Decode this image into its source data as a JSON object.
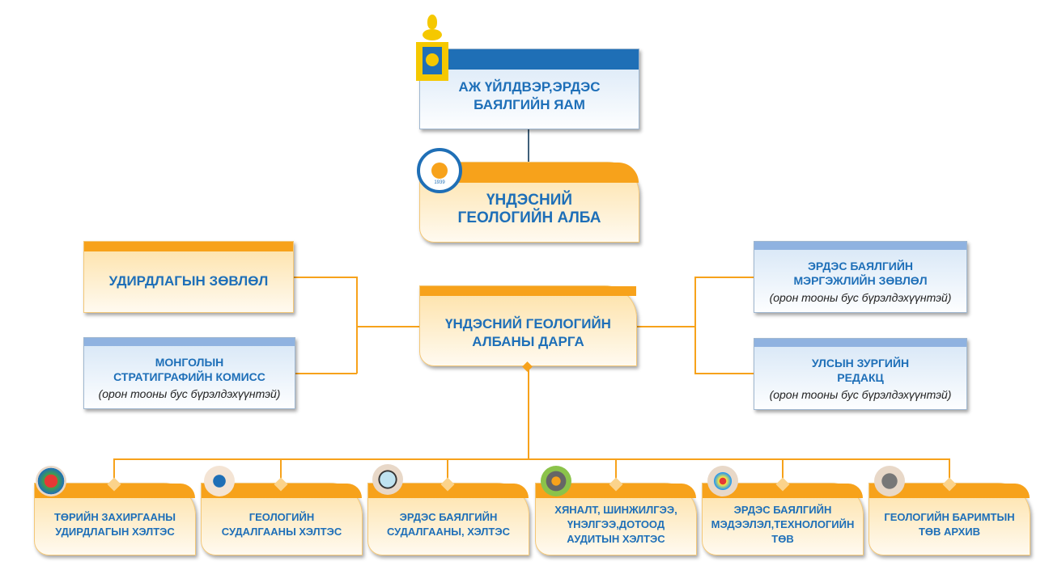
{
  "ministry": {
    "title": "АЖ ҮЙЛДВЭР,ЭРДЭС БАЯЛГИЙН ЯАМ",
    "emblem": "soyombo-emblem"
  },
  "agency": {
    "title": "ҮНДЭСНИЙ ГЕОЛОГИЙН АЛБА",
    "logo": "geological-survey-logo",
    "logo_year": "1939"
  },
  "director": {
    "title": "ҮНДЭСНИЙ ГЕОЛОГИЙН АЛБАНЫ ДАРГА"
  },
  "left": [
    {
      "title": "УДИРДЛАГЫН ЗӨВЛӨЛ",
      "note": ""
    },
    {
      "title": "МОНГОЛЫН СТРАТИГРАФИЙН КОМИСС",
      "note": "(орон тооны бус бүрэлдэхүүнтэй)"
    }
  ],
  "right": [
    {
      "title": "ЭРДЭС БАЯЛГИЙН МЭРГЭЖЛИЙН ЗӨВЛӨЛ",
      "note": "(орон тооны бус бүрэлдэхүүнтэй)"
    },
    {
      "title": "УЛСЫН ЗУРГИЙН РЕДАКЦ",
      "note": "(орон тооны бус бүрэлдэхүүнтэй)"
    }
  ],
  "departments": [
    {
      "title": "ТӨРИЙН ЗАХИРГААНЫ УДИРДЛАГЫН ХЭЛТЭС",
      "icon": "puzzle-people-icon"
    },
    {
      "title": "ГЕОЛОГИЙН СУДАЛГААНЫ ХЭЛТЭС",
      "icon": "pickaxe-icon"
    },
    {
      "title": "ЭРДЭС БАЯЛГИЙН СУДАЛГААНЫ,  ХЭЛТЭС",
      "icon": "magnifier-icon"
    },
    {
      "title": "ХЯНАЛТ, ШИНЖИЛГЭЭ, ҮНЭЛГЭЭ,ДОТООД АУДИТЫН ХЭЛТЭС",
      "icon": "gears-icon"
    },
    {
      "title": "ЭРДЭС БАЯЛГИЙН МЭДЭЭЛЭЛ,ТЕХНОЛОГИЙН ТӨВ",
      "icon": "network-icon"
    },
    {
      "title": "ГЕОЛОГИЙН БАРИМТЫН ТӨВ АРХИВ",
      "icon": "archive-icon"
    }
  ],
  "colors": {
    "blue": "#1f6fb6",
    "orange": "#f7a21b",
    "text": "#1e6fb8"
  }
}
